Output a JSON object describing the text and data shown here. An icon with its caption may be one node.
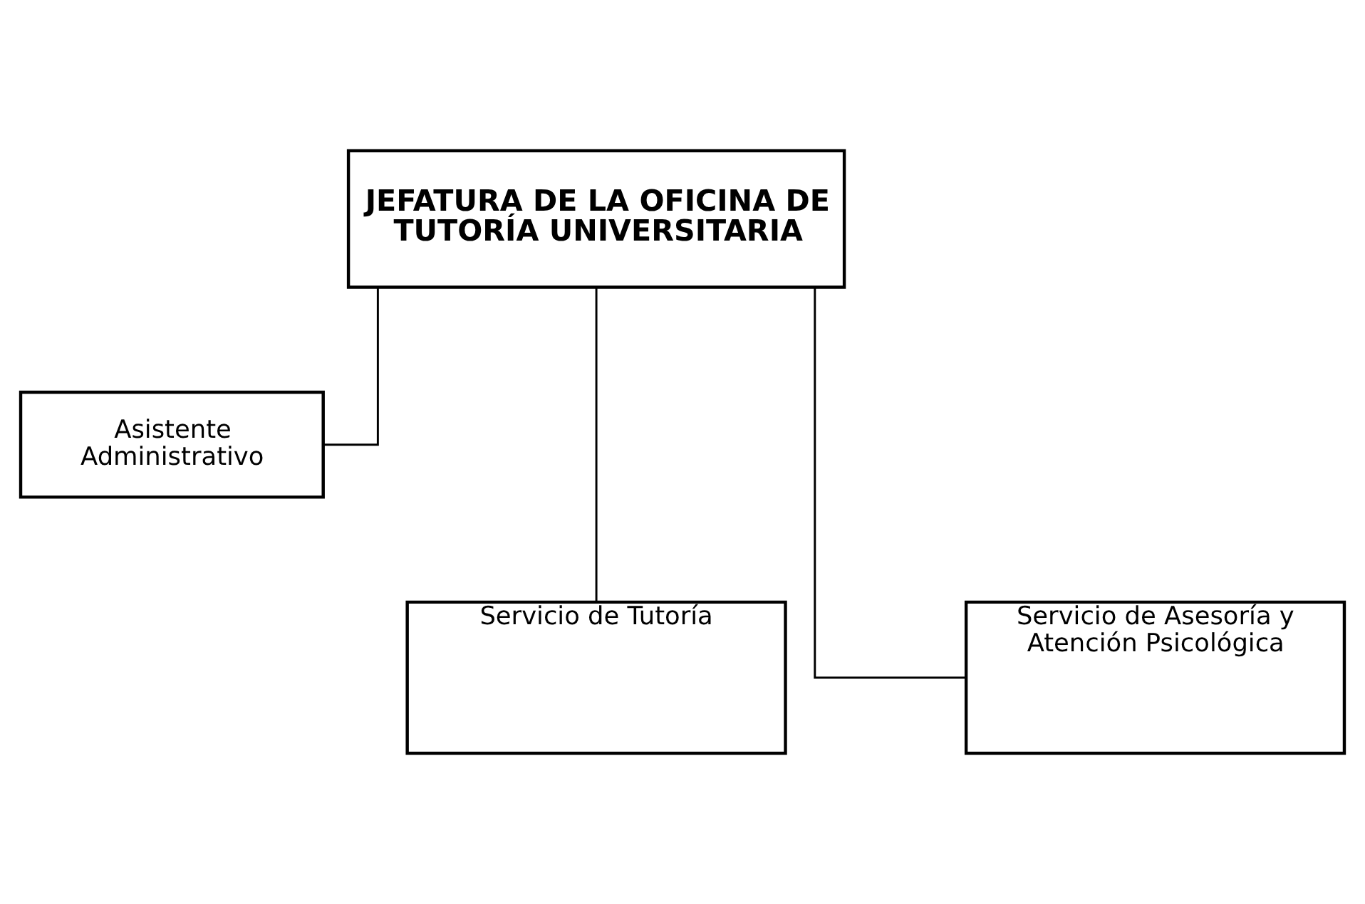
{
  "diagram": {
    "nodes": [
      {
        "text": [
          "JEFATURA DE LA OFICINA DE TUTORÍA UNIVERSITARIA"
        ]
      },
      {
        "text": [
          "Asistente Administrativo"
        ]
      },
      {
        "text": [
          "Servicio de Tutoría"
        ]
      },
      {
        "text": [
          "Servicio de Asesoría y Atención Psicológica"
        ]
      }
    ],
    "edges": [
      {
        "from": 0,
        "to": 1,
        "arrow": "none"
      },
      {
        "from": 0,
        "to": 2,
        "arrow": "none"
      },
      {
        "from": 0,
        "to": 3,
        "arrow": "none"
      }
    ]
  }
}
